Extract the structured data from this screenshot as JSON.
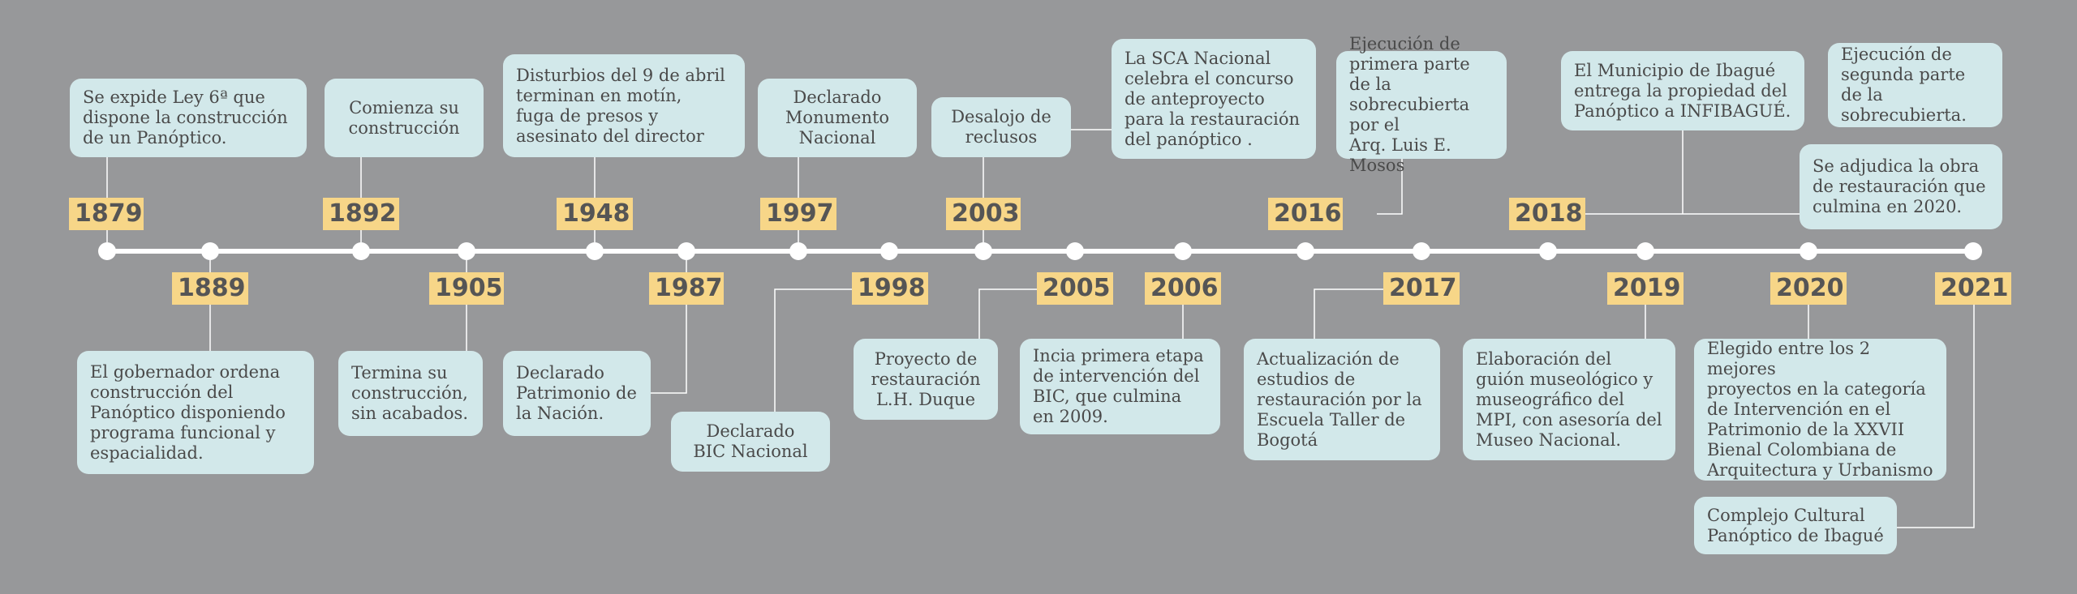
{
  "events": [
    {
      "year": "1879",
      "text": "Se expide Ley 6ª que\ndispone la construcción\nde un Panóptico."
    },
    {
      "year": "1889",
      "text": "El gobernador ordena\nconstrucción del\nPanóptico disponiendo\nprograma funcional y\nespacialidad."
    },
    {
      "year": "1892",
      "text": "Comienza su\nconstrucción"
    },
    {
      "year": "1905",
      "text": "Termina su\nconstrucción,\nsin acabados."
    },
    {
      "year": "1948",
      "text": "Disturbios del 9 de abril\nterminan en motín,\nfuga de presos y\nasesinato del director"
    },
    {
      "year": "1987",
      "text": "Declarado\nPatrimonio de\nla Nación."
    },
    {
      "year": "1997",
      "text": "Declarado\nMonumento\nNacional"
    },
    {
      "year": "1998",
      "text": "Declarado\nBIC Nacional"
    },
    {
      "year": "2003",
      "text": "Desalojo de\nreclusos"
    },
    {
      "year": "2005",
      "text": "Proyecto de\nrestauración\nL.H. Duque"
    },
    {
      "year": "2006",
      "text": "Incia primera etapa\nde intervención del\nBIC, que culmina\nen 2009."
    },
    {
      "year": "2016",
      "text": "Ejecución de\nprimera parte de la\nsobrecubierta por el\nArq. Luis E. Mosos"
    },
    {
      "year": "2017",
      "text": "Actualización de\nestudios de\nrestauración por la\nEscuela Taller de\nBogotá"
    },
    {
      "year": "2018",
      "text": "El Municipio de Ibagué\nentrega la propiedad del\nPanóptico a INFIBAGUÉ."
    },
    {
      "year": "2019",
      "text": "Elaboración del\nguión museológico y\nmuseográfico del\nMPI, con asesoría del\nMuseo Nacional."
    },
    {
      "year": "2020",
      "text": "Elegido entre los 2 mejores\nproyectos en la categoría\nde Intervención en el\nPatrimonio de la XXVII\nBienal Colombiana de\nArquitectura y Urbanismo"
    },
    {
      "year": "2021",
      "text": "Complejo Cultural\nPanóptico de Ibagué"
    }
  ],
  "extra_notes": [
    {
      "text": "La SCA Nacional\ncelebra el concurso\nde anteproyecto\npara la restauración\ndel panóptico ."
    },
    {
      "text": "Ejecución de\nsegunda parte de la\nsobrecubierta."
    },
    {
      "text": "Se adjudica la obra\nde restauración que\nculmina en 2020."
    }
  ],
  "colors": {
    "background": "#97989a",
    "box": "#d2e8ea",
    "year_label": "#f7d688",
    "line": "#ffffff",
    "text": "#4a4a4a"
  }
}
